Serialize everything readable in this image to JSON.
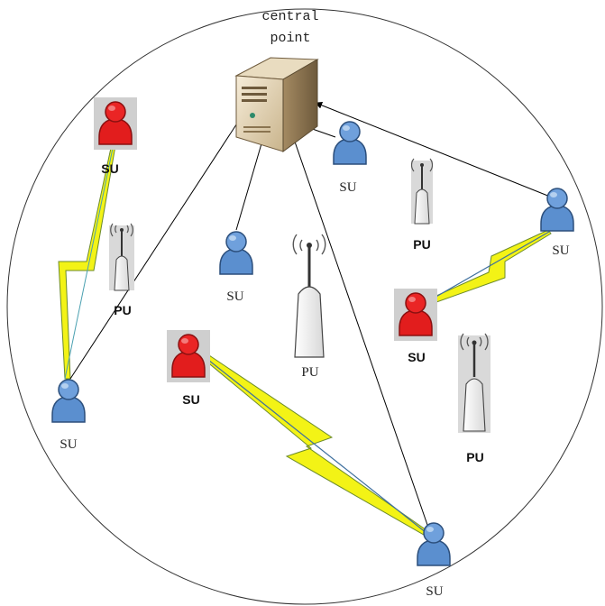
{
  "diagram": {
    "server_label_line1": "central",
    "server_label_line2": "point",
    "su_label": "SU",
    "pu_label": "PU",
    "colors": {
      "su_blue": "#5b8fcf",
      "su_red": "#e21d1d",
      "link_yellow": "#f3f316",
      "link_edge": "#6c8b2a",
      "boundary": "#333333"
    },
    "nodes": [
      {
        "id": "su-red-top-left",
        "type": "SU",
        "status": "interference",
        "label": "SU"
      },
      {
        "id": "su-blue-left",
        "type": "SU",
        "status": "normal",
        "label": "SU"
      },
      {
        "id": "su-blue-center",
        "type": "SU",
        "status": "normal",
        "label": "SU"
      },
      {
        "id": "su-blue-near-server",
        "type": "SU",
        "status": "normal",
        "label": "SU"
      },
      {
        "id": "su-blue-right",
        "type": "SU",
        "status": "normal",
        "label": "SU"
      },
      {
        "id": "su-red-right",
        "type": "SU",
        "status": "interference",
        "label": "SU"
      },
      {
        "id": "su-red-center",
        "type": "SU",
        "status": "interference",
        "label": "SU"
      },
      {
        "id": "su-blue-bottom",
        "type": "SU",
        "status": "normal",
        "label": "SU"
      },
      {
        "id": "pu-left",
        "type": "PU",
        "label": "PU"
      },
      {
        "id": "pu-top-right",
        "type": "PU",
        "label": "PU"
      },
      {
        "id": "pu-center",
        "type": "PU",
        "label": "PU"
      },
      {
        "id": "pu-bottom-right",
        "type": "PU",
        "label": "PU"
      }
    ]
  }
}
